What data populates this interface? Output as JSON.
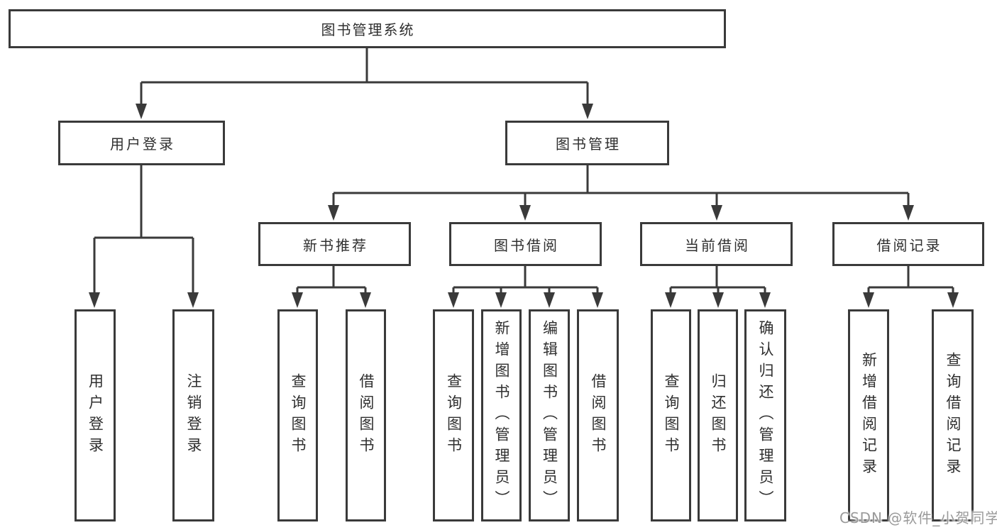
{
  "diagram": {
    "root_label": "图书管理系统",
    "level2": [
      {
        "label": "用户登录"
      },
      {
        "label": "图书管理"
      }
    ],
    "level3": [
      {
        "label": "新书推荐"
      },
      {
        "label": "图书借阅"
      },
      {
        "label": "当前借阅"
      },
      {
        "label": "借阅记录"
      }
    ],
    "leaves": {
      "user_login": [
        "用户登录",
        "注销登录"
      ],
      "new_book": [
        "查询图书",
        "借阅图书"
      ],
      "book_borrow": [
        "查询图书",
        "新增图书（管理员）",
        "编辑图书（管理员）",
        "借阅图书"
      ],
      "current_borrow": [
        "查询图书",
        "归还图书",
        "确认归还（管理员）"
      ],
      "borrow_record": [
        "新增借阅记录",
        "查询借阅记录"
      ]
    },
    "watermark": "CSDN @软件_小贺同学",
    "colors": {
      "line": "#3a3a3a",
      "text": "#2f2f2f",
      "background": "#ffffff",
      "watermark": "#9a9a9a"
    }
  }
}
